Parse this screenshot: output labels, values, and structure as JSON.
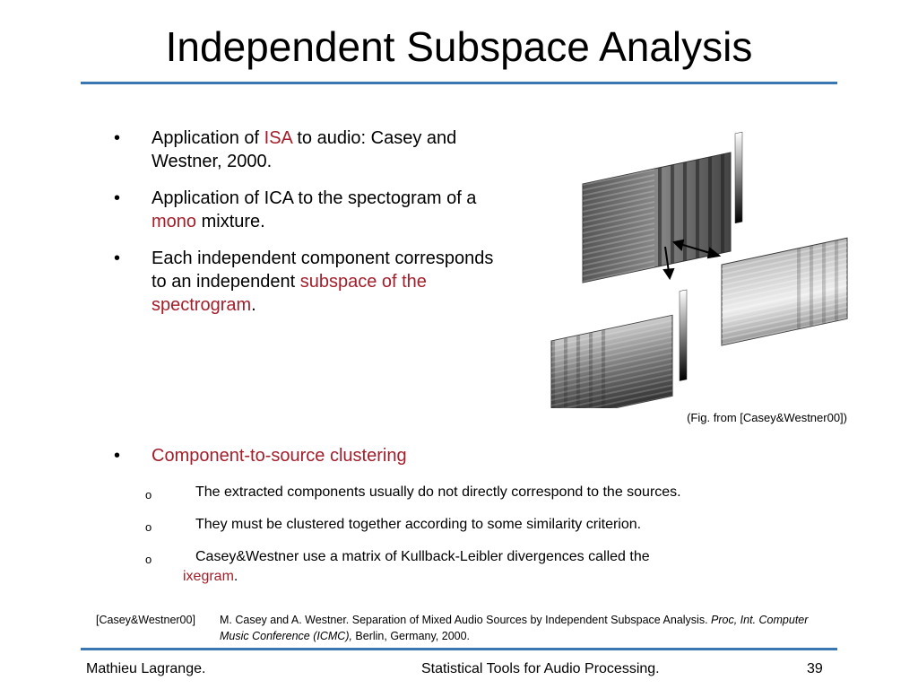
{
  "slide": {
    "title": "Independent Subspace Analysis"
  },
  "bullets": [
    {
      "pre": "Application of ",
      "hl": "ISA",
      "post": " to audio: Casey and Westner, 2000."
    },
    {
      "pre": "Application of ICA to the spectogram of a ",
      "hl": "mono",
      "post": " mixture."
    },
    {
      "pre": "Each independent component corresponds to an independent ",
      "hl": "subspace of the spectrogram",
      "post": "."
    }
  ],
  "bullet_symbol": "•",
  "cluster": {
    "label": "Component-to-source clustering",
    "items": [
      {
        "text": "The extracted components usually do not directly correspond to the sources.",
        "hl": "",
        "post": ""
      },
      {
        "text": "They must be clustered together according to some similarity criterion.",
        "hl": "",
        "post": ""
      },
      {
        "text": "Casey&Westner use a matrix of Kullback-Leibler divergences called the",
        "hl": "ixegram",
        "post": "."
      }
    ],
    "sub_symbol": "o"
  },
  "figure": {
    "caption": "(Fig. from [Casey&Westner00])"
  },
  "reference": {
    "key": "[Casey&Westner00]",
    "text": "M. Casey and A. Westner. Separation of Mixed Audio Sources by Independent Subspace Analysis. ",
    "venue": "Proc, Int. Computer Music Conference (ICMC),",
    "tail": " Berlin, Germany, 2000."
  },
  "footer": {
    "author": "Mathieu Lagrange.",
    "course": "Statistical Tools for Audio Processing.",
    "page": "39"
  },
  "colors": {
    "accent_rule": "#3a77b1",
    "highlight": "#a31e2a"
  }
}
